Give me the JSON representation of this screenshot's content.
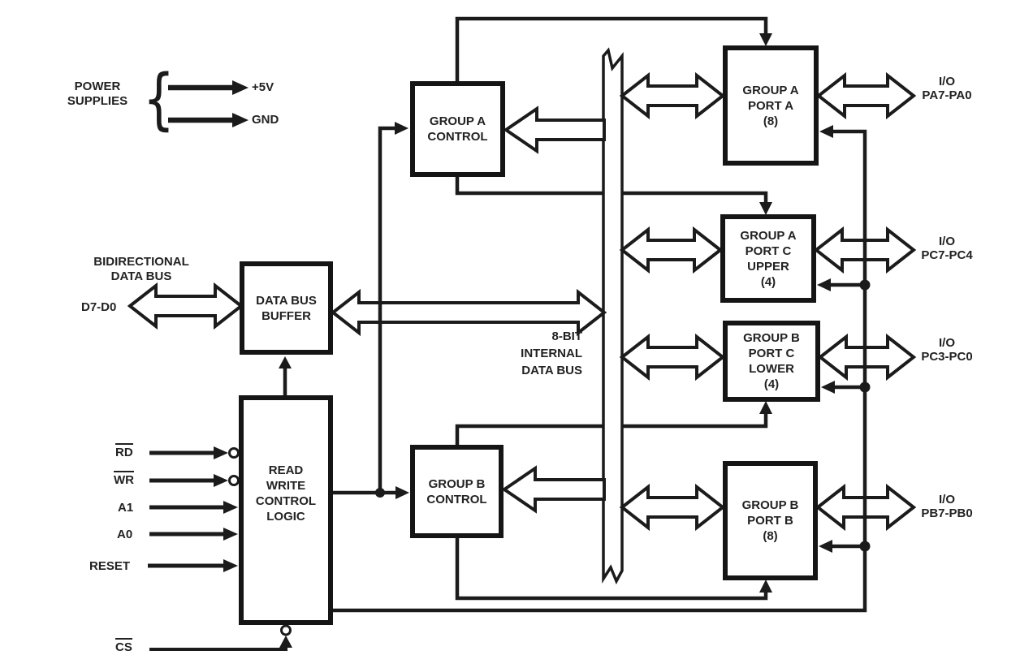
{
  "diagram_title": "8255 programmable peripheral interface block diagram",
  "colors": {
    "ink": "#1b1b1b",
    "background": "#ffffff"
  },
  "power": {
    "label_line1": "POWER",
    "label_line2": "SUPPLIES",
    "brace": "{",
    "rail_5v": "+5V",
    "rail_gnd": "GND"
  },
  "data_bus": {
    "external_label_line1": "BIDIRECTIONAL",
    "external_label_line2": "DATA BUS",
    "pins": "D7-D0",
    "internal_label": {
      "lines": [
        "8-BIT",
        "INTERNAL",
        "DATA BUS"
      ]
    }
  },
  "control_pins": {
    "rd": "RD",
    "wr": "WR",
    "a1": "A1",
    "a0": "A0",
    "reset": "RESET",
    "cs": "CS"
  },
  "boxes": {
    "data_bus_buffer": {
      "lines": [
        "DATA BUS",
        "BUFFER"
      ]
    },
    "read_write_control_logic": {
      "lines": [
        "READ",
        "WRITE",
        "CONTROL",
        "LOGIC"
      ]
    },
    "group_a_control": {
      "lines": [
        "GROUP A",
        "CONTROL"
      ]
    },
    "group_b_control": {
      "lines": [
        "GROUP B",
        "CONTROL"
      ]
    },
    "group_a_port_a": {
      "lines": [
        "GROUP A",
        "PORT A",
        "(8)"
      ]
    },
    "group_a_port_c_upper": {
      "lines": [
        "GROUP A",
        "PORT C",
        "UPPER",
        "(4)"
      ]
    },
    "group_b_port_c_lower": {
      "lines": [
        "GROUP B",
        "PORT C",
        "LOWER",
        "(4)"
      ]
    },
    "group_b_port_b": {
      "lines": [
        "GROUP B",
        "PORT B",
        "(8)"
      ]
    }
  },
  "io_labels": {
    "port_a": {
      "line1": "I/O",
      "line2": "PA7-PA0"
    },
    "port_c_upper": {
      "line1": "I/O",
      "line2": "PC7-PC4"
    },
    "port_c_lower": {
      "line1": "I/O",
      "line2": "PC3-PC0"
    },
    "port_b": {
      "line1": "I/O",
      "line2": "PB7-PB0"
    }
  }
}
